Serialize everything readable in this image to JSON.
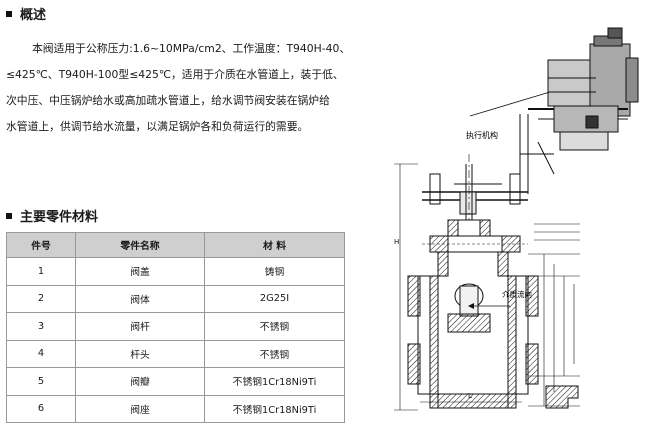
{
  "section1": {
    "title": "概述"
  },
  "description": {
    "lines": [
      "本阀适用于公称压力:1.6~10MPa/cm2、工作温度：T940H-40、",
      "≤425℃、T940H-100型≤425℃，适用于介质在水管道上，装于低、",
      "次中压、中压锅炉给水或高加疏水管道上，给水调节阀安装在锅炉给",
      "水管道上，供调节给水流量，以满足锅炉各和负荷运行的需要。"
    ]
  },
  "section2": {
    "title": "主要零件材料"
  },
  "parts_table": {
    "headers": [
      "件号",
      "零件名称",
      "材 料"
    ],
    "rows": [
      [
        "1",
        "阀盖",
        "铸钢"
      ],
      [
        "2",
        "阀体",
        "2G25I"
      ],
      [
        "3",
        "阀杆",
        "不锈钢"
      ],
      [
        "4",
        "杆头",
        "不锈钢"
      ],
      [
        "5",
        "阀瓣",
        "不锈钢1Cr18Ni9Ti"
      ],
      [
        "6",
        "阀座",
        "不锈钢1Cr18Ni9Ti"
      ]
    ]
  },
  "drawing": {
    "label_actuator": "执行机构",
    "label_flow": "介质流向",
    "dim_h": "H",
    "dim_l": "L"
  }
}
